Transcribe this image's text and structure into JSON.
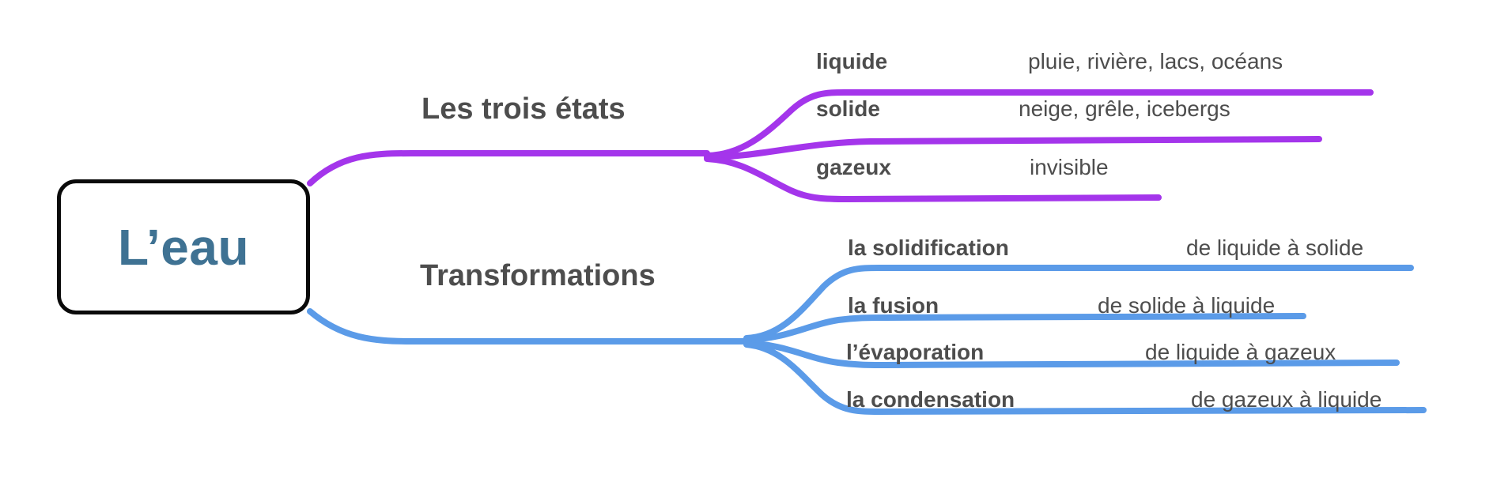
{
  "diagram": {
    "type": "mind-map",
    "title": "L’eau",
    "root": {
      "label": "L’eau",
      "text_color": "#3f7293",
      "border_color": "#0a0a0a"
    },
    "branches": [
      {
        "id": "etats",
        "label": "Les trois états",
        "color": "#a435eb",
        "children": [
          {
            "title": "liquide",
            "desc": "pluie, rivière, lacs, océans"
          },
          {
            "title": "solide",
            "desc": "neige, grêle, icebergs"
          },
          {
            "title": "gazeux",
            "desc": "invisible"
          }
        ]
      },
      {
        "id": "transformations",
        "label": "Transformations",
        "color": "#5b9be8",
        "children": [
          {
            "title": "la solidification",
            "desc": "de liquide à solide"
          },
          {
            "title": "la fusion",
            "desc": "de solide à liquide"
          },
          {
            "title": "l’évaporation",
            "desc": "de liquide à gazeux"
          },
          {
            "title": "la condensation",
            "desc": "de gazeux à liquide"
          }
        ]
      }
    ]
  }
}
